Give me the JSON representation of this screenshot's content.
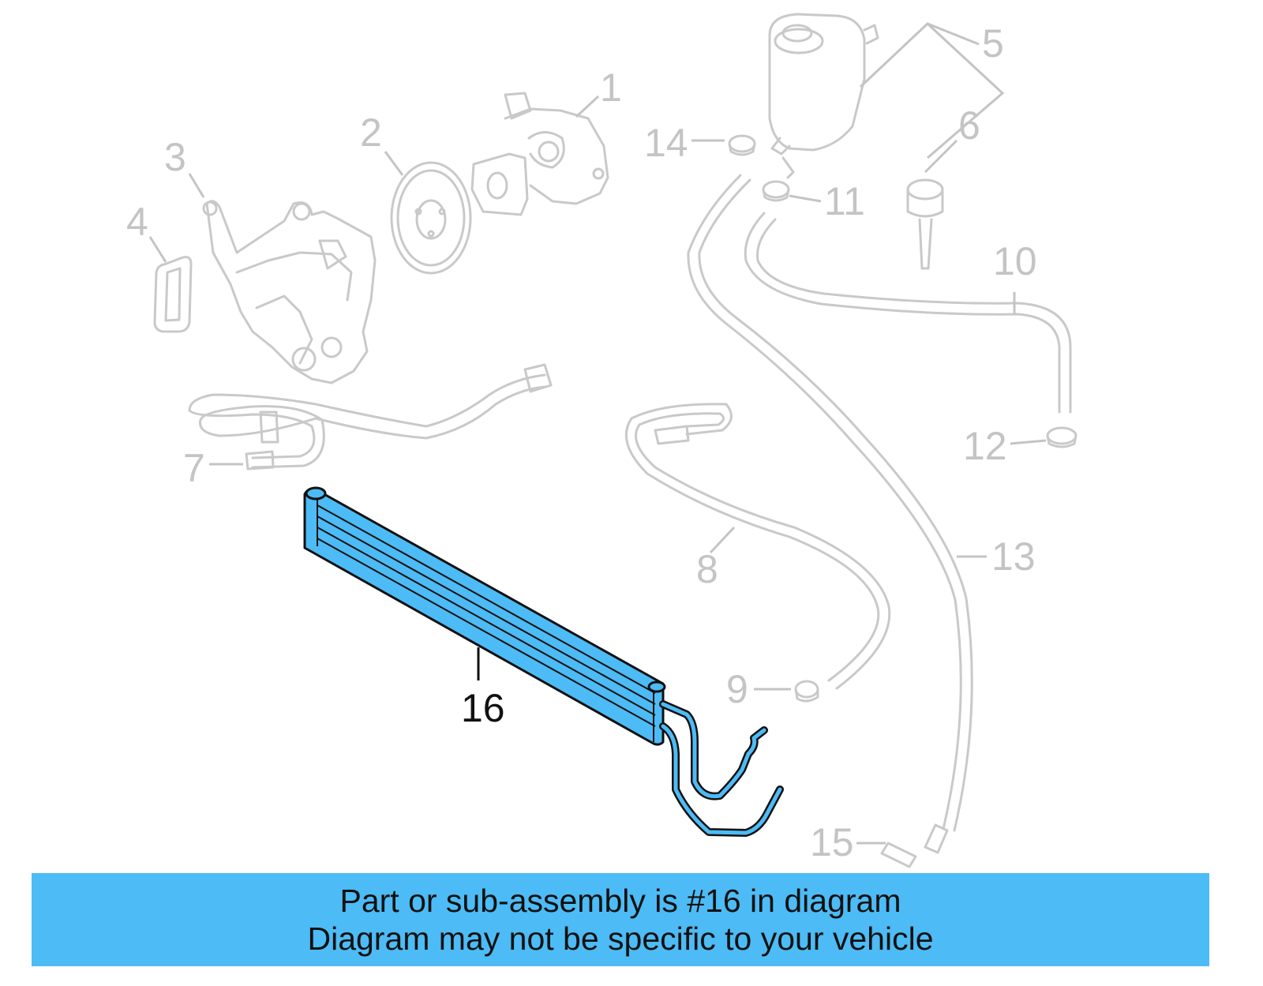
{
  "diagram": {
    "callouts": {
      "c1": "1",
      "c2": "2",
      "c3": "3",
      "c4": "4",
      "c5": "5",
      "c6": "6",
      "c7": "7",
      "c8": "8",
      "c9": "9",
      "c10": "10",
      "c11": "11",
      "c12": "12",
      "c13": "13",
      "c14": "14",
      "c15": "15",
      "c16": "16"
    },
    "highlighted_part": "16",
    "colors": {
      "highlight": "#4dbbf5",
      "ghost": "#c9c9c9",
      "ink": "#111111"
    }
  },
  "banner": {
    "line1": "Part or sub-assembly is #16 in diagram",
    "line2": "Diagram may not be specific to your vehicle"
  }
}
